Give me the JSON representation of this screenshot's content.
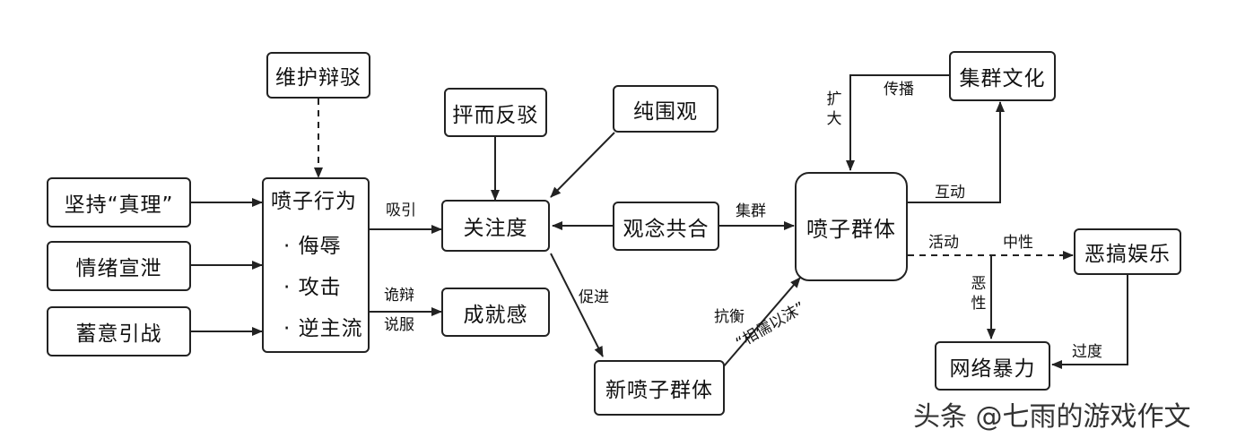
{
  "boxes": {
    "jianchi": "坚持“真理”",
    "qingxu": "情绪宣泄",
    "xuyi": "蓄意引战",
    "weihu": "维护辩驳",
    "penzi_behavior": {
      "title": "喷子行为",
      "items": [
        "· 侮辱",
        "· 攻击",
        "· 逆主流"
      ]
    },
    "yafan": "抨而反驳",
    "chunwei": "纯围观",
    "guanzhu": "关注度",
    "chengjiu": "成就感",
    "guannian": "观念共合",
    "xinpenzi": "新喷子群体",
    "penzi_group": "喷子群体",
    "jiqun": "集群文化",
    "egao": "恶搞娱乐",
    "wangluo": "网络暴力"
  },
  "labels": {
    "xiyin": "吸引",
    "guibian": "诡辩",
    "shuofu": "说服",
    "cujin": "促进",
    "jiqun_edge": "集群",
    "kangheng": "抗衡",
    "xiangru": "“相儒以沫”",
    "kuoda": "扩大",
    "chuanbo": "传播",
    "hudong": "互动",
    "huodong": "活动",
    "zhongxing": "中性",
    "exing": "恶性",
    "guodu": "过度"
  },
  "watermark": "头条 @七雨的游戏作文",
  "colors": {
    "line": "#222222",
    "border": "#222222"
  }
}
